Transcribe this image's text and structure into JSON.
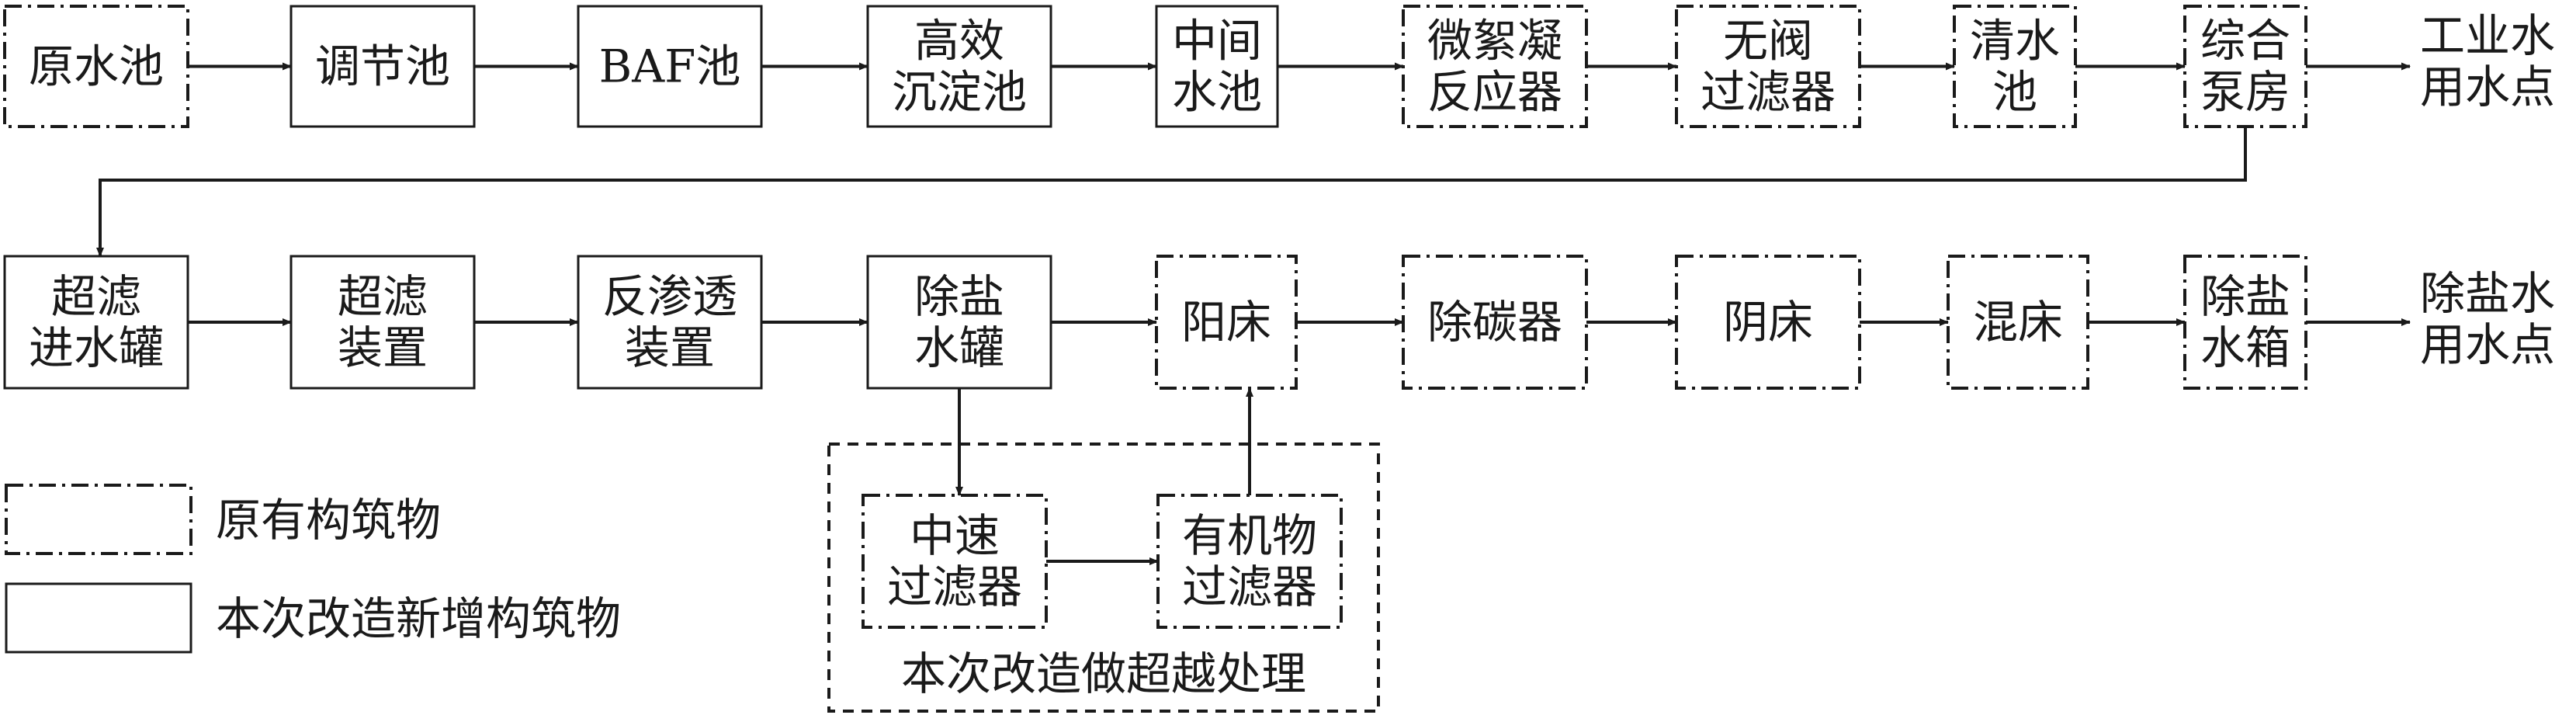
{
  "legend": {
    "existing": "原有构筑物",
    "new": "本次改造新增构筑物"
  },
  "bypass_label": "本次改造做超越处理",
  "row1": [
    {
      "id": "raw_pool",
      "lines": [
        "原水池"
      ],
      "style": "existing"
    },
    {
      "id": "equalization_pool",
      "lines": [
        "调节池"
      ],
      "style": "new"
    },
    {
      "id": "baf_pool",
      "lines": [
        "BAF池"
      ],
      "style": "new"
    },
    {
      "id": "high_eff_clarifier",
      "lines": [
        "高效",
        "沉淀池"
      ],
      "style": "new"
    },
    {
      "id": "intermediate_pool",
      "lines": [
        "中间",
        "水池"
      ],
      "style": "new"
    },
    {
      "id": "micro_floc_reactor",
      "lines": [
        "微絮凝",
        "反应器"
      ],
      "style": "existing"
    },
    {
      "id": "valveless_filter",
      "lines": [
        "无阀",
        "过滤器"
      ],
      "style": "existing"
    },
    {
      "id": "clear_water_pool",
      "lines": [
        "清水",
        "池"
      ],
      "style": "existing"
    },
    {
      "id": "pump_house",
      "lines": [
        "综合",
        "泵房"
      ],
      "style": "existing"
    }
  ],
  "row1_end": [
    "工业水",
    "用水点"
  ],
  "row2": [
    {
      "id": "uf_tank",
      "lines": [
        "超滤",
        "进水罐"
      ],
      "style": "new"
    },
    {
      "id": "uf_unit",
      "lines": [
        "超滤",
        "装置"
      ],
      "style": "new"
    },
    {
      "id": "ro_unit",
      "lines": [
        "反渗透",
        "装置"
      ],
      "style": "new"
    },
    {
      "id": "demin_tank",
      "lines": [
        "除盐",
        "水罐"
      ],
      "style": "new"
    },
    {
      "id": "cation_bed",
      "lines": [
        "阳床"
      ],
      "style": "existing"
    },
    {
      "id": "decarbonator",
      "lines": [
        "除碳器"
      ],
      "style": "existing"
    },
    {
      "id": "anion_bed",
      "lines": [
        "阴床"
      ],
      "style": "existing"
    },
    {
      "id": "mixed_bed",
      "lines": [
        "混床"
      ],
      "style": "existing"
    },
    {
      "id": "demin_box",
      "lines": [
        "除盐",
        "水箱"
      ],
      "style": "existing"
    }
  ],
  "row2_end": [
    "除盐水",
    "用水点"
  ],
  "bypass": [
    {
      "id": "medium_speed_filter",
      "lines": [
        "中速",
        "过滤器"
      ],
      "style": "existing"
    },
    {
      "id": "organic_filter",
      "lines": [
        "有机物",
        "过滤器"
      ],
      "style": "existing"
    }
  ]
}
